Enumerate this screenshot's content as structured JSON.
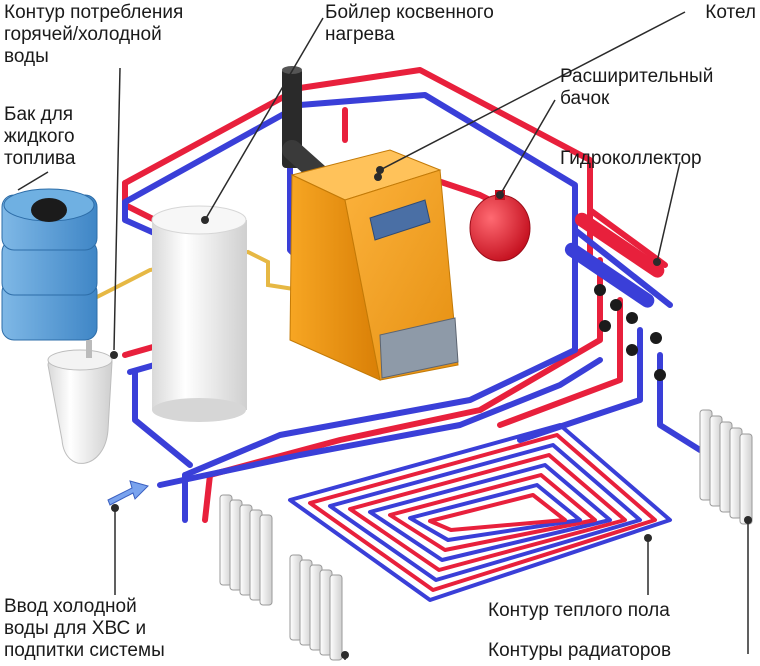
{
  "labels": {
    "consumption_circuit": "Контур потребления\nгорячей/холодной\nводы",
    "indirect_boiler": "Бойлер косвенного\nнагрева",
    "boiler": "Котел",
    "expansion_tank": "Расширительный\nбачок",
    "fuel_tank": "Бак для\nжидкого\nтоплива",
    "hydrocollector": "Гидроколлектор",
    "cold_water_inlet": "Ввод холодной\nводы для ХВС и\nподпитки системы",
    "floor_heating_circuit": "Контур теплого пола",
    "radiator_circuits": "Контуры радиаторов"
  },
  "colors": {
    "hot_pipe": "#e8203c",
    "cold_pipe": "#3a3fd8",
    "fuel_pipe": "#e6b844",
    "boiler_body": "#f5a623",
    "tank_body": "#5b9fd6",
    "expansion_tank": "#e11d2e",
    "leader_line": "#2b2b2b"
  }
}
